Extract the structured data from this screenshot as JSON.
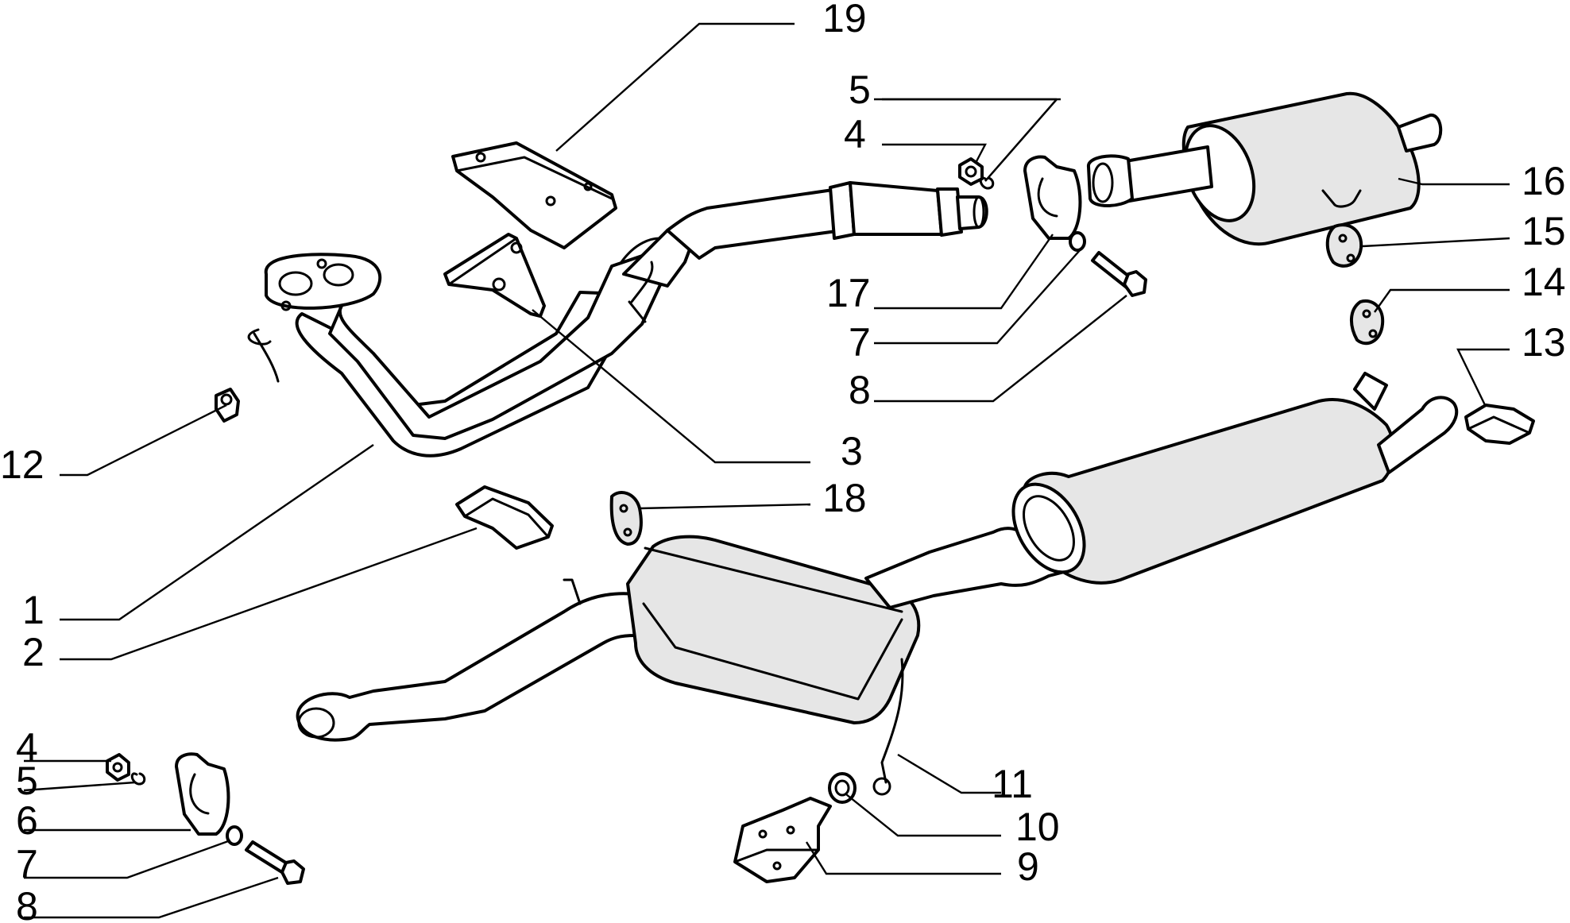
{
  "callouts": {
    "c1": "1",
    "c2": "2",
    "c3": "3",
    "c4a": "4",
    "c4b": "4",
    "c5a": "5",
    "c5b": "5",
    "c6": "6",
    "c7a": "7",
    "c7b": "7",
    "c8a": "8",
    "c8b": "8",
    "c9": "9",
    "c10": "10",
    "c11": "11",
    "c12": "12",
    "c13": "13",
    "c14": "14",
    "c15": "15",
    "c16": "16",
    "c17": "17",
    "c18": "18",
    "c19": "19"
  }
}
